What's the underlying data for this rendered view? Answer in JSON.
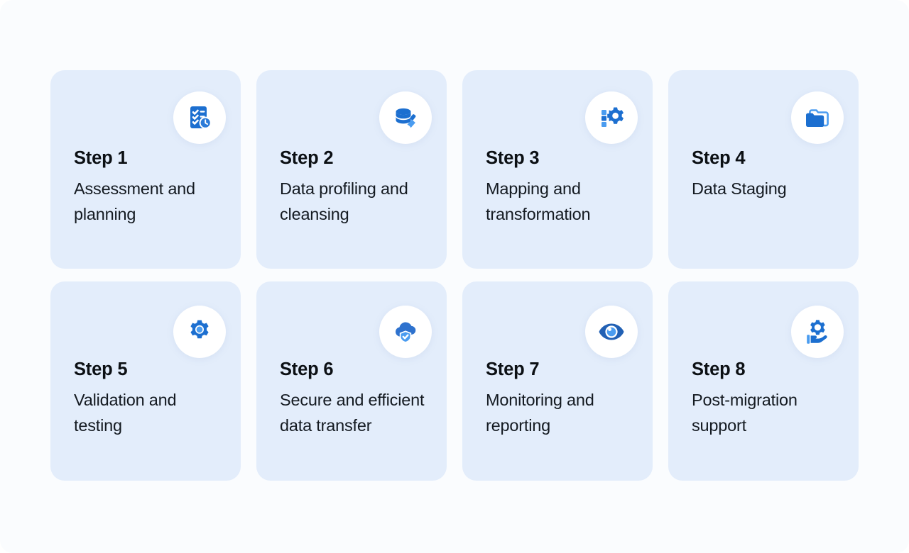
{
  "page": {
    "background_color": "#FAFCFE",
    "card_color": "#E3EDFB",
    "icon_circle_color": "#FFFFFF",
    "icon_primary_color": "#1C6FD0",
    "icon_accent_color": "#4A9CF0",
    "title_color": "#0C1014",
    "text_color": "#141A21"
  },
  "cards": [
    {
      "title": "Step 1",
      "description": "Assessment and planning",
      "icon": "checklist-clock-icon"
    },
    {
      "title": "Step 2",
      "description": "Data profiling and cleansing",
      "icon": "database-brush-icon"
    },
    {
      "title": "Step 3",
      "description": "Mapping and transformation",
      "icon": "gear-mapping-icon"
    },
    {
      "title": "Step 4",
      "description": "Data Staging",
      "icon": "folders-icon"
    },
    {
      "title": "Step 5",
      "description": "Validation and testing",
      "icon": "gear-icon"
    },
    {
      "title": "Step 6",
      "description": "Secure and efficient data transfer",
      "icon": "cloud-shield-check-icon"
    },
    {
      "title": "Step 7",
      "description": "Monitoring and reporting",
      "icon": "eye-icon"
    },
    {
      "title": "Step 8",
      "description": "Post-migration support",
      "icon": "hand-gear-support-icon"
    }
  ]
}
